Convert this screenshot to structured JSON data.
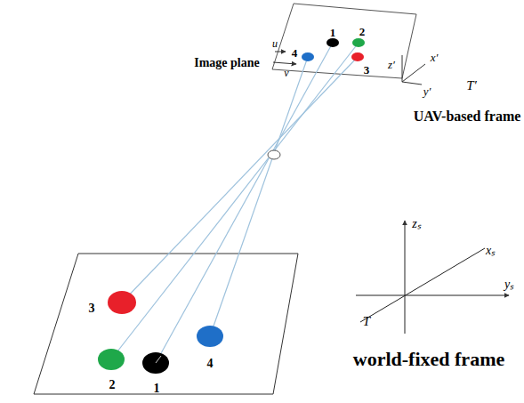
{
  "diagram": {
    "labels": [
      "1",
      "2",
      "4",
      "3",
      "u",
      "v",
      "Image plane",
      "z′",
      "x′",
      "y′",
      "T′",
      "UAV-based frame",
      "3",
      "2",
      "1",
      "4",
      "zₛ",
      "xₛ",
      "yₛ",
      "T",
      "world-fixed frame"
    ]
  }
}
